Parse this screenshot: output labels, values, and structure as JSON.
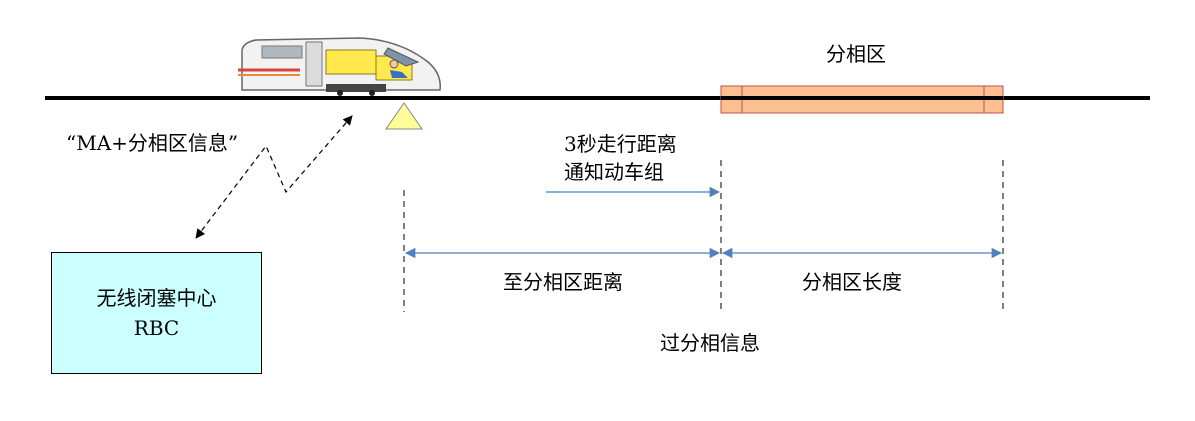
{
  "labels": {
    "neutral_section": "分相区",
    "ma_message": "“MA+分相区信息”",
    "three_sec_line1": "3秒走行距离",
    "three_sec_line2": "通知动车组",
    "to_neutral_distance": "至分相区距离",
    "neutral_length": "分相区长度",
    "passing_info": "过分相信息"
  },
  "rbc": {
    "name": "无线闭塞中心",
    "abbr": "RBC"
  },
  "colors": {
    "track": "#000000",
    "neutral_fill": "#fac090",
    "neutral_stroke": "#c0504d",
    "arrow": "#4f81bd",
    "rbc_fill": "#ccffff",
    "balise": "#ffff99"
  }
}
